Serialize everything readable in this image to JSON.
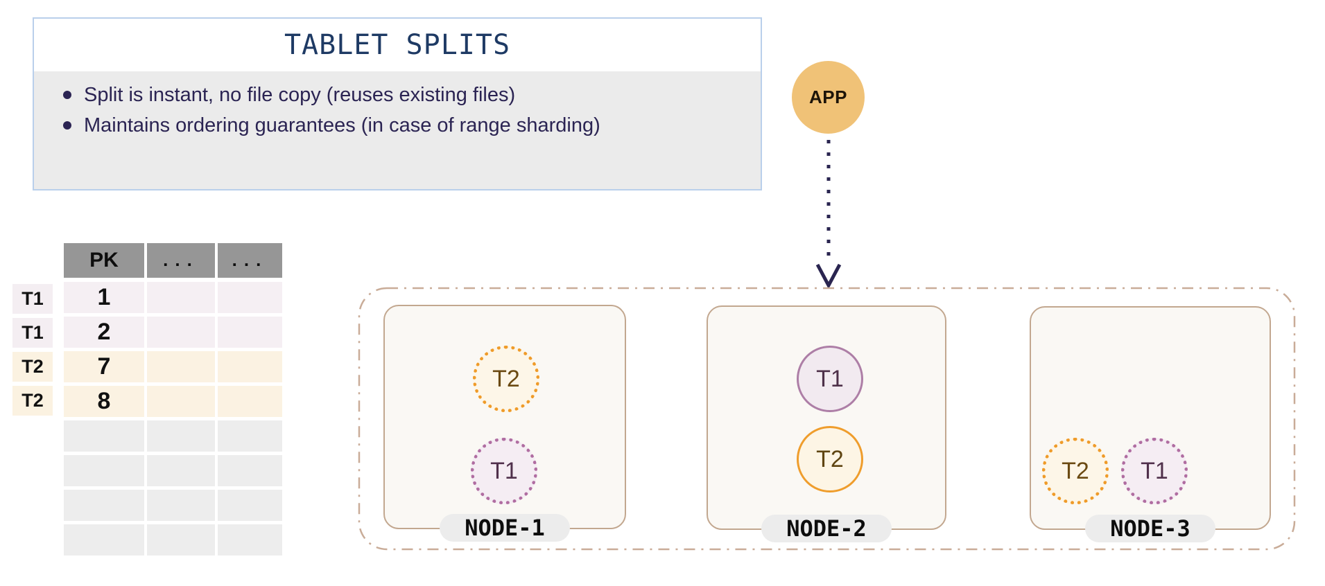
{
  "info_box": {
    "title": "TABLET SPLITS",
    "bullets": [
      "Split is instant, no file copy (reuses existing files)",
      "Maintains ordering guarantees (in case of range sharding)"
    ]
  },
  "app": {
    "label": "APP"
  },
  "table": {
    "headers": [
      "PK",
      "...",
      "..."
    ],
    "rows": [
      {
        "tablet": "T1",
        "pk": "1"
      },
      {
        "tablet": "T1",
        "pk": "2"
      },
      {
        "tablet": "T2",
        "pk": "7"
      },
      {
        "tablet": "T2",
        "pk": "8"
      }
    ],
    "empty_row_count": 4
  },
  "cluster": {
    "nodes": [
      {
        "name": "NODE-1",
        "tablets": [
          {
            "label": "T2",
            "style": "dotted-orange"
          },
          {
            "label": "T1",
            "style": "dotted-purple"
          }
        ]
      },
      {
        "name": "NODE-2",
        "tablets": [
          {
            "label": "T1",
            "style": "solid-purple"
          },
          {
            "label": "T2",
            "style": "solid-orange"
          }
        ]
      },
      {
        "name": "NODE-3",
        "tablets": [
          {
            "label": "T2",
            "style": "dotted-orange"
          },
          {
            "label": "T1",
            "style": "dotted-purple"
          }
        ]
      }
    ]
  },
  "colors": {
    "info_border": "#b9cfeb",
    "info_title": "#1e3a64",
    "info_body_bg": "#ebebeb",
    "bullet_text": "#2b2453",
    "table_header_bg": "#969696",
    "row_t1_bg": "#f5eff3",
    "row_t2_bg": "#fbf2e2",
    "row_empty_bg": "#ededed",
    "app_circle": "#f0c277",
    "arrow": "#2a2550",
    "cluster_border": "#c9ac98",
    "node_border": "#c2a78f",
    "node_fill": "#faf8f4",
    "pill_bg": "#ececec",
    "tablet_orange": "#ef9b29",
    "tablet_orange_fill": "#fdf6e8",
    "tablet_purple": "#b06da1",
    "tablet_purple_fill": "#f5edf3"
  }
}
